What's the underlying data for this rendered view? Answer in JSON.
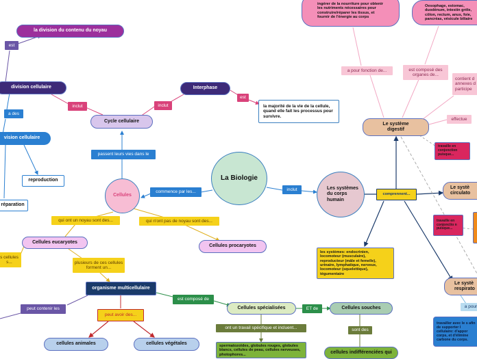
{
  "center": "La Biologie",
  "colors": {
    "pink": "#f48fb8",
    "purple": "#9c2f9c",
    "blue": "#1f5fa0",
    "green": "#2c8f4a",
    "yellow": "#f5d11a",
    "peach": "#e8c1a0"
  },
  "nodes": {
    "division_contenu": "la division du contenu du noyau",
    "division_cellulaire": "division cellulaire",
    "division_cellulaire2": "vision cellulaire",
    "reproduction": "reproduction",
    "reparation": "réparation",
    "cycle_cellulaire": "Cycle cellulaire",
    "interphase": "Interphase",
    "interphase_def": "la majorité de la vie de la cellule, quand elle fait les processus pour survivre.",
    "cellules": "Cellules",
    "cellules_eucaryotes": "Cellules eucaryotes",
    "cellules_procaryotes": "Cellules procaryotes",
    "cellules_frag": "s cellules s...",
    "organisme_multi": "organisme multicellulaire",
    "cellules_specialisees": "Cellules spécialisées",
    "cellules_souches": "Cellules souches",
    "cellules_animales": "cellules animales",
    "cellules_vegetales": "cellules végétales",
    "cellules_indiff": "cellules indifférenciées qui",
    "spermatozoides": "spermatozoïdes, globules rouges, globules blancs, cellules de peau, cellules nerveuses, photophores...",
    "systemes_corps": "Les systèmes du corps humain",
    "liste_systemes": "les systèmes: endocrinien, locomoteur (musculaire), reproducteur (mâle et femelle), urinaire, lymphatique, nerveux, locomoteur (squelettique), tégumentaire",
    "digestif": "Le système digestif",
    "circulatoire": "Le systè circulato",
    "respiratoire": "Le systè respirato",
    "ingerer": "ingérer de la nourriture pour obtenir les nutriments nécessaires pour construire/réparer les tissus, et fournir de l'énergie au corps",
    "oesophage": "Oesophage, estomac, duodénum, intestin grêle, côlon, rectum, anus, foie, pancréas, vésicule biliaire",
    "annexes": "contient d annexes d participe",
    "travaille1": "travaille en conjonction puisque...",
    "travaille2": "travaille en conjonctio n puisque...",
    "travailler_avec": "travailler avec le s afin de supporter l cellulaire: d'appor corps, et d'élimine carbone du corps."
  },
  "labels": {
    "est1": "est",
    "est2": "est",
    "a_des": "a des",
    "inclut1": "inclut",
    "inclut2": "inclut",
    "inclut3": "inclut",
    "passent": "passent leurs vies dans le",
    "commence": "commence par les...",
    "ont_noyau": "qui ont un noyau sont des...",
    "nont_pas": "qui n'ont pas de noyau sont des...",
    "plusieurs": "plusieurs de ces cellules forment un...",
    "peut_contenir": "peut contenir les",
    "peut_avoir": "peut avoir des...",
    "compose_de": "est composé de",
    "et_de": "ET de",
    "ont_travail": "ont un travail spécifique et incluent...",
    "sont_des": "sont des",
    "comprennent": "comprennent...",
    "pour_fonction": "a pour fonction de...",
    "compose_organes": "est composé des organes de...",
    "effectue": "effectue",
    "a_pour": "a pour"
  }
}
